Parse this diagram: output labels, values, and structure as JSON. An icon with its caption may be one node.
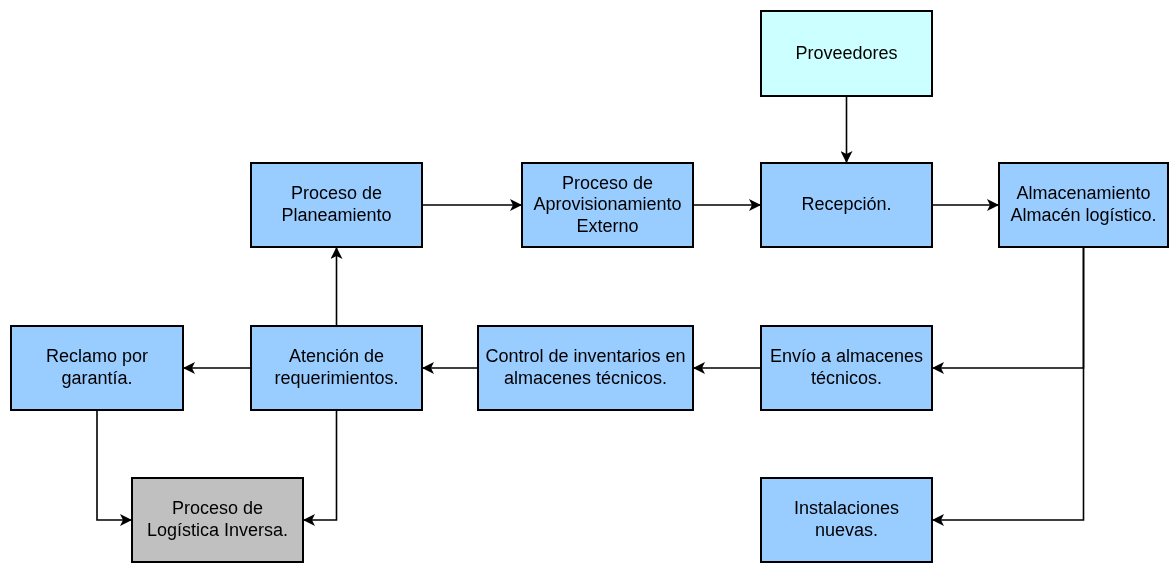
{
  "diagram": {
    "nodes": [
      {
        "text": [
          "Proveedores"
        ]
      },
      {
        "text": [
          "Proceso de Planeamiento"
        ]
      },
      {
        "text": [
          "Proceso de Aprovisionamiento Externo"
        ]
      },
      {
        "text": [
          "Recepción."
        ]
      },
      {
        "text": [
          "Almacenamiento Almacén logístico."
        ]
      },
      {
        "text": [
          "Reclamo por garantía."
        ]
      },
      {
        "text": [
          "Atención de requerimientos."
        ]
      },
      {
        "text": [
          "Control de inventarios en almacenes técnicos."
        ]
      },
      {
        "text": [
          "Envío a almacenes técnicos."
        ]
      },
      {
        "text": [
          "Proceso de Logística Inversa."
        ]
      },
      {
        "text": [
          "Instalaciones nuevas."
        ]
      }
    ],
    "edges": [
      {
        "from": 0,
        "to": 3,
        "arrow": "to"
      },
      {
        "from": 1,
        "to": 2,
        "arrow": "to"
      },
      {
        "from": 2,
        "to": 3,
        "arrow": "to"
      },
      {
        "from": 3,
        "to": 4,
        "arrow": "to"
      },
      {
        "from": 4,
        "to": 8,
        "arrow": "to"
      },
      {
        "from": 4,
        "to": 10,
        "arrow": "to"
      },
      {
        "from": 8,
        "to": 7,
        "arrow": "to"
      },
      {
        "from": 7,
        "to": 6,
        "arrow": "to"
      },
      {
        "from": 6,
        "to": 1,
        "arrow": "to"
      },
      {
        "from": 6,
        "to": 5,
        "arrow": "to"
      },
      {
        "from": 5,
        "to": 9,
        "arrow": "to"
      },
      {
        "from": 6,
        "to": 9,
        "arrow": "to"
      }
    ]
  }
}
